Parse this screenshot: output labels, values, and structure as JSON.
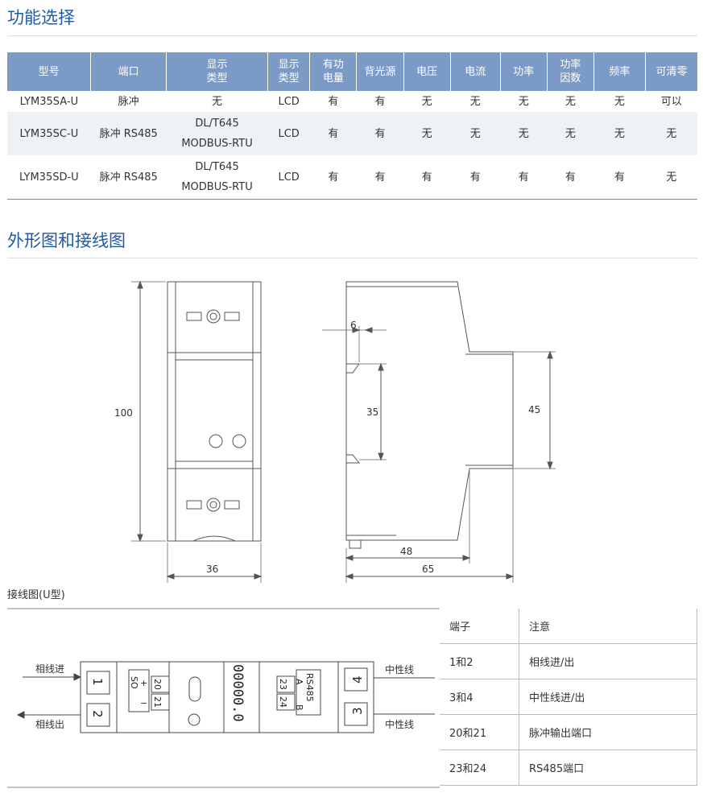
{
  "section1_title": "功能选择",
  "section2_title": "外形图和接线图",
  "spec_table": {
    "headers": [
      "型号",
      "端口",
      "显示\n类型",
      "显示\n类型",
      "有功\n电量",
      "背光源",
      "电压",
      "电流",
      "功率",
      "功率\n因数",
      "频率",
      "可清零"
    ],
    "rows": [
      [
        "LYM35SA-U",
        "脉冲",
        "无",
        "LCD",
        "有",
        "有",
        "无",
        "无",
        "无",
        "无",
        "无",
        "可以"
      ],
      [
        "LYM35SC-U",
        "脉冲  RS485",
        "DL/T645\nMODBUS-RTU",
        "LCD",
        "有",
        "有",
        "无",
        "无",
        "无",
        "无",
        "无",
        "无"
      ],
      [
        "LYM35SD-U",
        "脉冲  RS485",
        "DL/T645\nMODBUS-RTU",
        "LCD",
        "有",
        "有",
        "有",
        "有",
        "有",
        "有",
        "有",
        "无"
      ]
    ]
  },
  "dimensions": {
    "height": "100",
    "width": "36",
    "rail_offset": "6",
    "inner": "35",
    "side_height": "45",
    "depth_inner": "48",
    "depth_total": "65"
  },
  "wiring": {
    "caption": "接线图(U型)",
    "phase_in": "相线进",
    "phase_out": "相线出",
    "neutral_top": "中性线",
    "neutral_bottom": "中性线",
    "terminals": [
      "1",
      "2",
      "3",
      "4"
    ],
    "pulse_terms": [
      "20",
      "21"
    ],
    "rs485_terms": [
      "23",
      "24"
    ],
    "pulse_label": "SO",
    "pulse_plus": "+",
    "pulse_minus": "−",
    "rs485_label": "RS485",
    "rs485_a": "A",
    "rs485_b": "B",
    "display_value": "00000.0"
  },
  "wiring_table": {
    "header": [
      "端子",
      "注意"
    ],
    "rows": [
      [
        "1和2",
        "相线进/出"
      ],
      [
        "3和4",
        "中性线进/出"
      ],
      [
        "20和21",
        "脉冲输出端口"
      ],
      [
        "23和24",
        "RS485端口"
      ]
    ]
  },
  "colors": {
    "title": "#1f5aa6",
    "header_bg": "#7c9ac6",
    "row_alt": "#eef1f6"
  }
}
